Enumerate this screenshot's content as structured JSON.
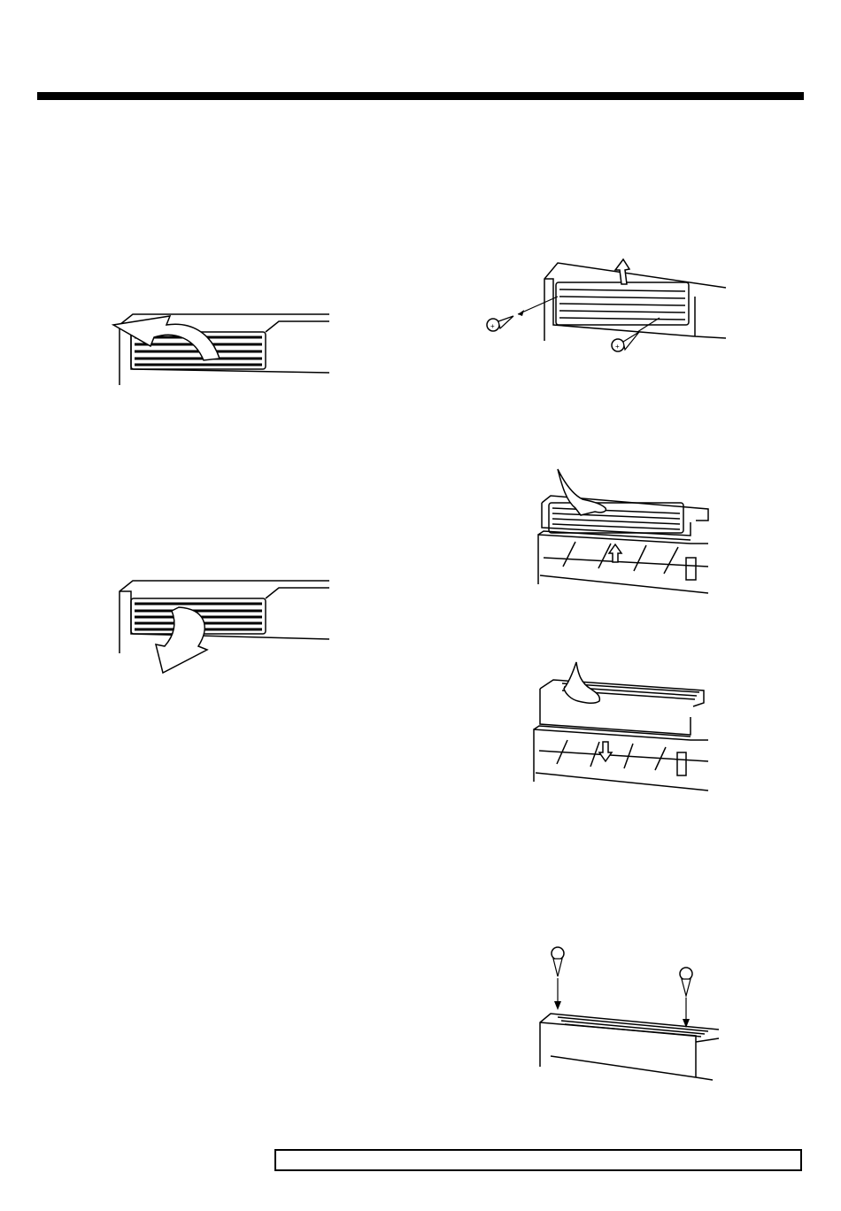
{
  "page": {
    "header_rule": "solid-black-bar",
    "footer_box": "empty-bordered-box"
  },
  "figures": [
    {
      "name": "fig-open-louver-up",
      "icon": "curved-arrow-up-left-icon"
    },
    {
      "name": "fig-open-louver-down",
      "icon": "curved-arrow-down-icon"
    },
    {
      "name": "fig-remove-screws",
      "icon": "screw-icon"
    },
    {
      "name": "fig-lift-grille-up",
      "icon": "hand-icon"
    },
    {
      "name": "fig-push-grille-down",
      "icon": "hand-icon"
    },
    {
      "name": "fig-insert-screws",
      "icon": "screw-icon"
    }
  ],
  "colors": {
    "ink": "#000000",
    "paper": "#ffffff"
  }
}
